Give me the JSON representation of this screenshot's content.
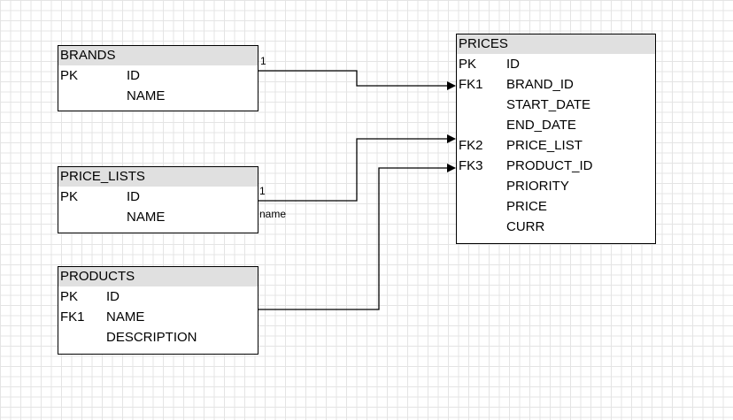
{
  "tables": {
    "brands": {
      "title": "BRANDS",
      "rows": [
        {
          "key": "PK",
          "field": "ID"
        },
        {
          "key": "",
          "field": "NAME"
        }
      ]
    },
    "price_lists": {
      "title": "PRICE_LISTS",
      "rows": [
        {
          "key": "PK",
          "field": "ID"
        },
        {
          "key": "",
          "field": "NAME"
        }
      ]
    },
    "products": {
      "title": "PRODUCTS",
      "rows": [
        {
          "key": "PK",
          "field": "ID"
        },
        {
          "key": "FK1",
          "field": "NAME"
        },
        {
          "key": "",
          "field": "DESCRIPTION"
        }
      ]
    },
    "prices": {
      "title": "PRICES",
      "rows": [
        {
          "key": "PK",
          "field": "ID"
        },
        {
          "key": "FK1",
          "field": "BRAND_ID"
        },
        {
          "key": "",
          "field": "START_DATE"
        },
        {
          "key": "",
          "field": "END_DATE"
        },
        {
          "key": "FK2",
          "field": "PRICE_LIST"
        },
        {
          "key": "FK3",
          "field": "PRODUCT_ID"
        },
        {
          "key": "",
          "field": "PRIORITY"
        },
        {
          "key": "",
          "field": "PRICE"
        },
        {
          "key": "",
          "field": "CURR"
        }
      ]
    }
  },
  "edges": {
    "brands_prices": {
      "label": "1"
    },
    "price_lists_prices": {
      "label": "1",
      "sublabel": "name"
    }
  }
}
